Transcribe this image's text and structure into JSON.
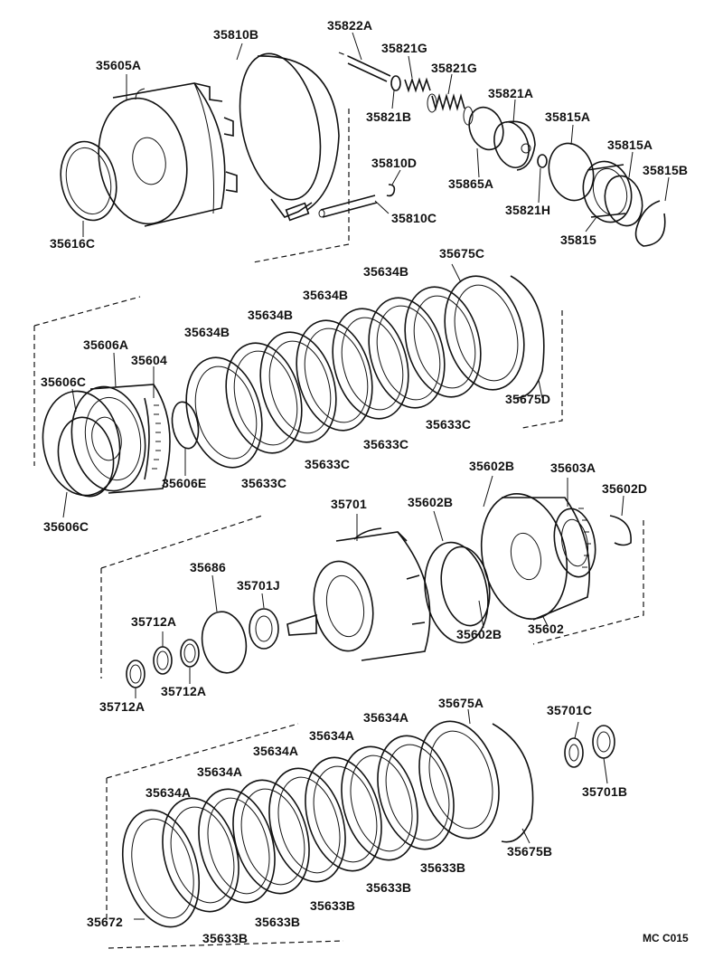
{
  "diagram_code": "MC C015",
  "labels": {
    "p35605A": "35605A",
    "p35810B": "35810B",
    "p35822A": "35822A",
    "p35821G_1": "35821G",
    "p35821G_2": "35821G",
    "p35821A": "35821A",
    "p35821B": "35821B",
    "p35865A": "35865A",
    "p35810D": "35810D",
    "p35810C": "35810C",
    "p35616C": "35616C",
    "p35815A_1": "35815A",
    "p35815A_2": "35815A",
    "p35815B": "35815B",
    "p35815": "35815",
    "p35821H": "35821H",
    "p35675C": "35675C",
    "p35634B_1": "35634B",
    "p35634B_2": "35634B",
    "p35634B_3": "35634B",
    "p35634B_4": "35634B",
    "p35606A": "35606A",
    "p35604": "35604",
    "p35606C_1": "35606C",
    "p35606C_2": "35606C",
    "p35606E": "35606E",
    "p35633C_1": "35633C",
    "p35633C_2": "35633C",
    "p35633C_3": "35633C",
    "p35633C_4": "35633C",
    "p35675D": "35675D",
    "p35701": "35701",
    "p35602B_1": "35602B",
    "p35602B_2": "35602B",
    "p35602B_3": "35602B",
    "p35603A": "35603A",
    "p35602D": "35602D",
    "p35686": "35686",
    "p35701J": "35701J",
    "p35712A_1": "35712A",
    "p35712A_2": "35712A",
    "p35712A_3": "35712A",
    "p35602": "35602",
    "p35675A": "35675A",
    "p35634A_1": "35634A",
    "p35634A_2": "35634A",
    "p35634A_3": "35634A",
    "p35634A_4": "35634A",
    "p35634A_5": "35634A",
    "p35701C": "35701C",
    "p35701B": "35701B",
    "p35675B": "35675B",
    "p35633B_1": "35633B",
    "p35633B_2": "35633B",
    "p35633B_3": "35633B",
    "p35633B_4": "35633B",
    "p35633B_5": "35633B",
    "p35672": "35672"
  }
}
